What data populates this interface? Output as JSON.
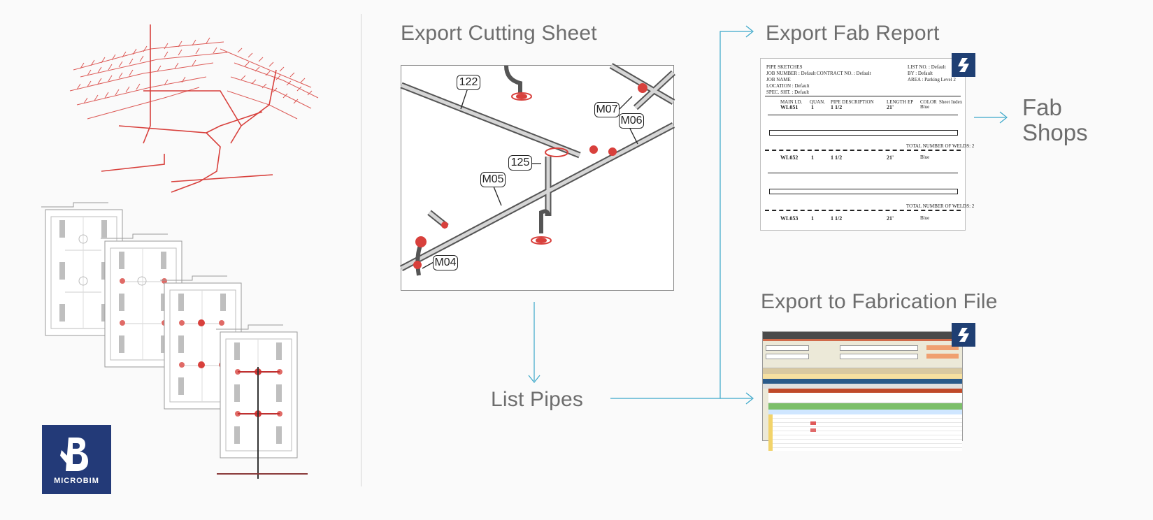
{
  "headings": {
    "cutting_sheet": "Export Cutting Sheet",
    "fab_report": "Export Fab Report",
    "fab_shops": [
      "Fab",
      "Shops"
    ],
    "fabrication_file": "Export to Fabrication File",
    "list_pipes": "List Pipes"
  },
  "pipe_labels": [
    "122",
    "M07",
    "M06",
    "125",
    "M05",
    "M04"
  ],
  "logo": {
    "text": "MICROBIM"
  },
  "fab_report": {
    "header_left": [
      "PIPE SKETCHES",
      "JOB NUMBER : Default",
      "JOB NAME",
      "LOCATION : Default",
      "SPEC. SHT. : Default"
    ],
    "header_mid": "CONTRACT NO. : Default",
    "header_right": [
      "LIST NO. : Default",
      "BY : Default",
      "AREA : Parking Level 2"
    ],
    "blocks": [
      {
        "mark": "WL051",
        "quan": "1",
        "desc": "1 1/2",
        "length": "21'",
        "color": "Blue",
        "total": "TOTAL NUMBER OF WELDS: 2"
      },
      {
        "mark": "WL052",
        "quan": "1",
        "desc": "1 1/2",
        "length": "21'",
        "color": "Blue",
        "total": "TOTAL NUMBER OF WELDS: 2"
      },
      {
        "mark": "WL053",
        "quan": "1",
        "desc": "1 1/2",
        "length": "21'",
        "color": "Blue",
        "total": ""
      }
    ],
    "col_headers": [
      "MAIN I.D.",
      "QUAN.",
      "PIPE DESCRIPTION",
      "LENGTH",
      "EP",
      "COLOR",
      "Sheet Index"
    ]
  },
  "colors": {
    "accent_line": "#3aa7c9",
    "pipe_red": "#d8403c",
    "badge": "#1f3f73",
    "logo": "#233a78"
  }
}
